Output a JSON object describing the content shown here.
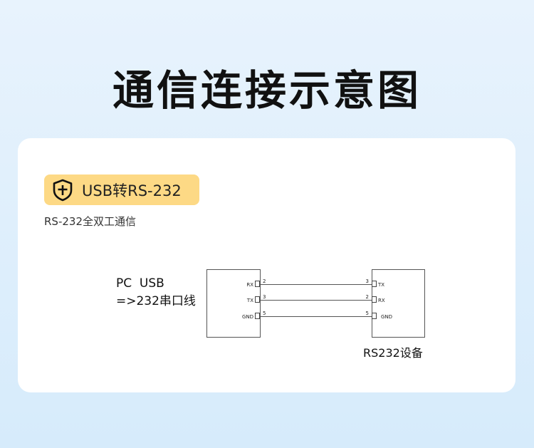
{
  "title": "通信连接示意图",
  "badge": {
    "label": "USB转RS-232",
    "icon": "shield-plus-icon"
  },
  "subtitle": "RS-232全双工通信",
  "diagram": {
    "left_label_line1": "PC  USB",
    "left_label_line2": "=>232串口线",
    "right_label": "RS232设备",
    "left_pins": [
      {
        "name": "RX",
        "num": "2"
      },
      {
        "name": "TX",
        "num": "3"
      },
      {
        "name": "GND",
        "num": "5"
      }
    ],
    "right_pins": [
      {
        "name": "TX",
        "num": "3"
      },
      {
        "name": "RX",
        "num": "2"
      },
      {
        "name": "GND",
        "num": "5"
      }
    ]
  },
  "colors": {
    "badge": "#fdd985",
    "card": "#ffffff"
  }
}
